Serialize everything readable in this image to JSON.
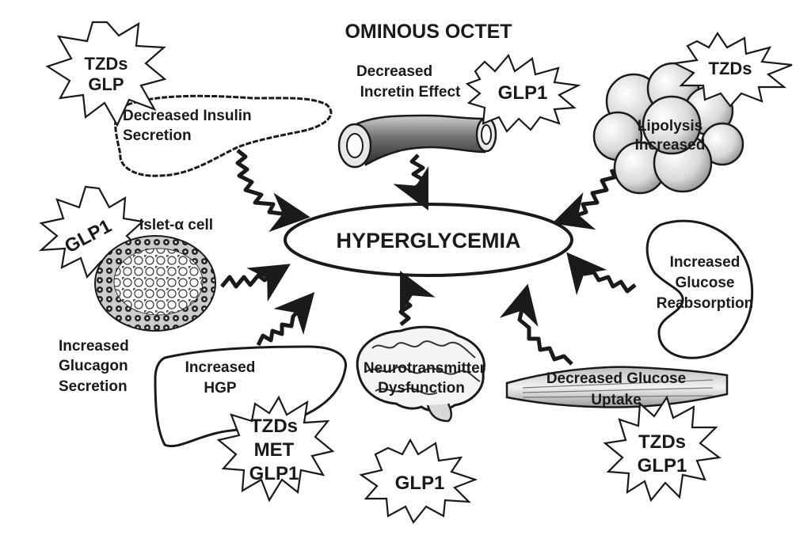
{
  "title": "OMINOUS OCTET",
  "center": "HYPERGLYCEMIA",
  "labels": {
    "insulin_l1": "Decreased Insulin",
    "insulin_l2": "Secretion",
    "incretin_l1": "Decreased",
    "incretin_l2": "Incretin Effect",
    "lipolysis_l1": "Lipolysis",
    "lipolysis_l2": "Increased",
    "islet": "Islet-α cell",
    "glucagon_l1": "Increased",
    "glucagon_l2": "Glucagon",
    "glucagon_l3": "Secretion",
    "hgp_l1": "Increased",
    "hgp_l2": "HGP",
    "neuro_l1": "Neurotransmitter",
    "neuro_l2": "Dysfunction",
    "reabs_l1": "Increased",
    "reabs_l2": "Glucose",
    "reabs_l3": "Reabsorption",
    "uptake_l1": "Decreased Glucose",
    "uptake_l2": "Uptake"
  },
  "drugs": {
    "insulin_l1": "TZDs",
    "insulin_l2": "GLP",
    "incretin": "GLP1",
    "lipolysis": "TZDs",
    "islet": "GLP1",
    "hgp_l1": "TZDs",
    "hgp_l2": "MET",
    "hgp_l3": "GLP1",
    "neuro": "GLP1",
    "muscle_l1": "TZDs",
    "muscle_l2": "GLP1"
  },
  "colors": {
    "ink": "#1a1a1a",
    "organ_fill": "#ffffff",
    "shade": "#888888"
  }
}
